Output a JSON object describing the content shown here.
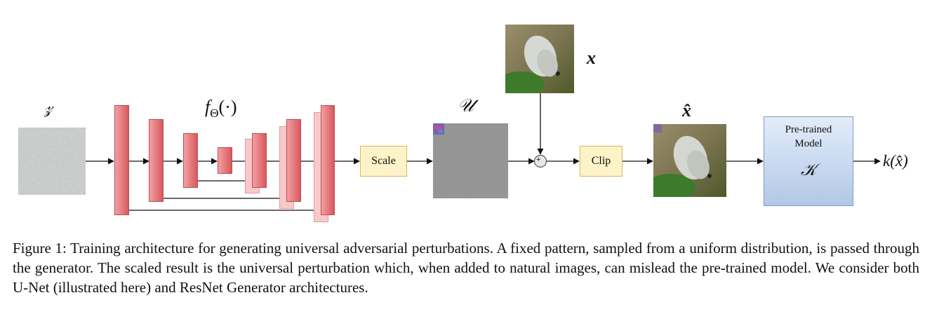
{
  "figure": {
    "labels": {
      "z": "𝓏",
      "f_theta": "f",
      "f_theta_sub": "Θ",
      "f_theta_arg": "(·)",
      "u": "𝒰",
      "x": "x",
      "x_hat": "x̂",
      "output": "k(x̂)"
    },
    "scale_block": "Scale",
    "clip_block": "Clip",
    "plus_symbol": "+",
    "model_block": {
      "line1": "Pre-trained",
      "line2": "Model",
      "symbol": "𝒦"
    }
  },
  "caption": {
    "text": "Figure 1: Training architecture for generating universal adversarial perturbations. A fixed pattern, sampled from a uniform distribution, is passed through the generator. The scaled result is the universal perturbation which, when added to natural images, can mislead the pre-trained model. We consider both U-Net (illustrated here) and ResNet Generator architectures."
  }
}
